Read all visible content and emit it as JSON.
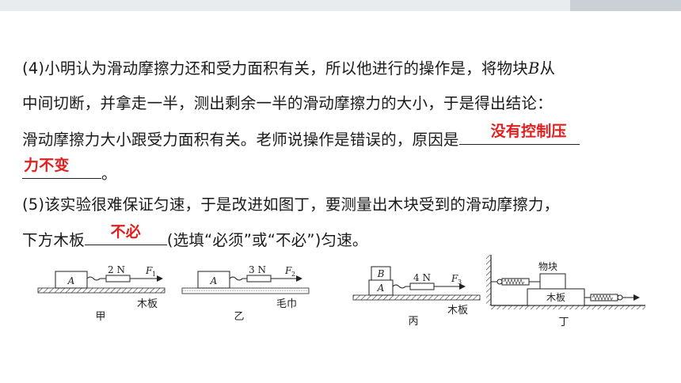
{
  "question": {
    "q4_line1_a": "(4)小明认为滑动摩擦力还和受力面积有关，所以他进行的操作是，将物块",
    "q4_line1_b": "B",
    "q4_line1_c": "从",
    "q4_line2": "中间切断，并拿走一半，测出剩余一半的滑动摩擦力的大小，于是得出结论：",
    "q4_line3": "滑动摩擦力大小跟受力面积有关。老师说操作是错误的，原因是",
    "q4_answer_part1": "没有控制压",
    "q4_answer_part2": "力不变",
    "q4_end": "。",
    "q5_line1": "(5)该实验很难保证匀速，于是改进如图丁，要测量出木块受到的滑动摩擦力，",
    "q5_line2_a": "下方木板",
    "q5_answer": "不必",
    "q5_line2_b": "(选填“必须”或“不必”)匀速。"
  },
  "figures": {
    "jia": {
      "block": "A",
      "force": "2 N",
      "force_label": "F",
      "force_sub": "1",
      "surface": "木板",
      "caption": "甲"
    },
    "yi": {
      "block": "A",
      "force": "3 N",
      "force_label": "F",
      "force_sub": "2",
      "surface": "毛巾",
      "caption": "乙"
    },
    "bing": {
      "block_top": "B",
      "block": "A",
      "force": "4 N",
      "force_label": "F",
      "force_sub": "3",
      "surface": "木板",
      "caption": "丙"
    },
    "ding": {
      "block": "物块",
      "board": "木板",
      "caption": "丁"
    }
  }
}
